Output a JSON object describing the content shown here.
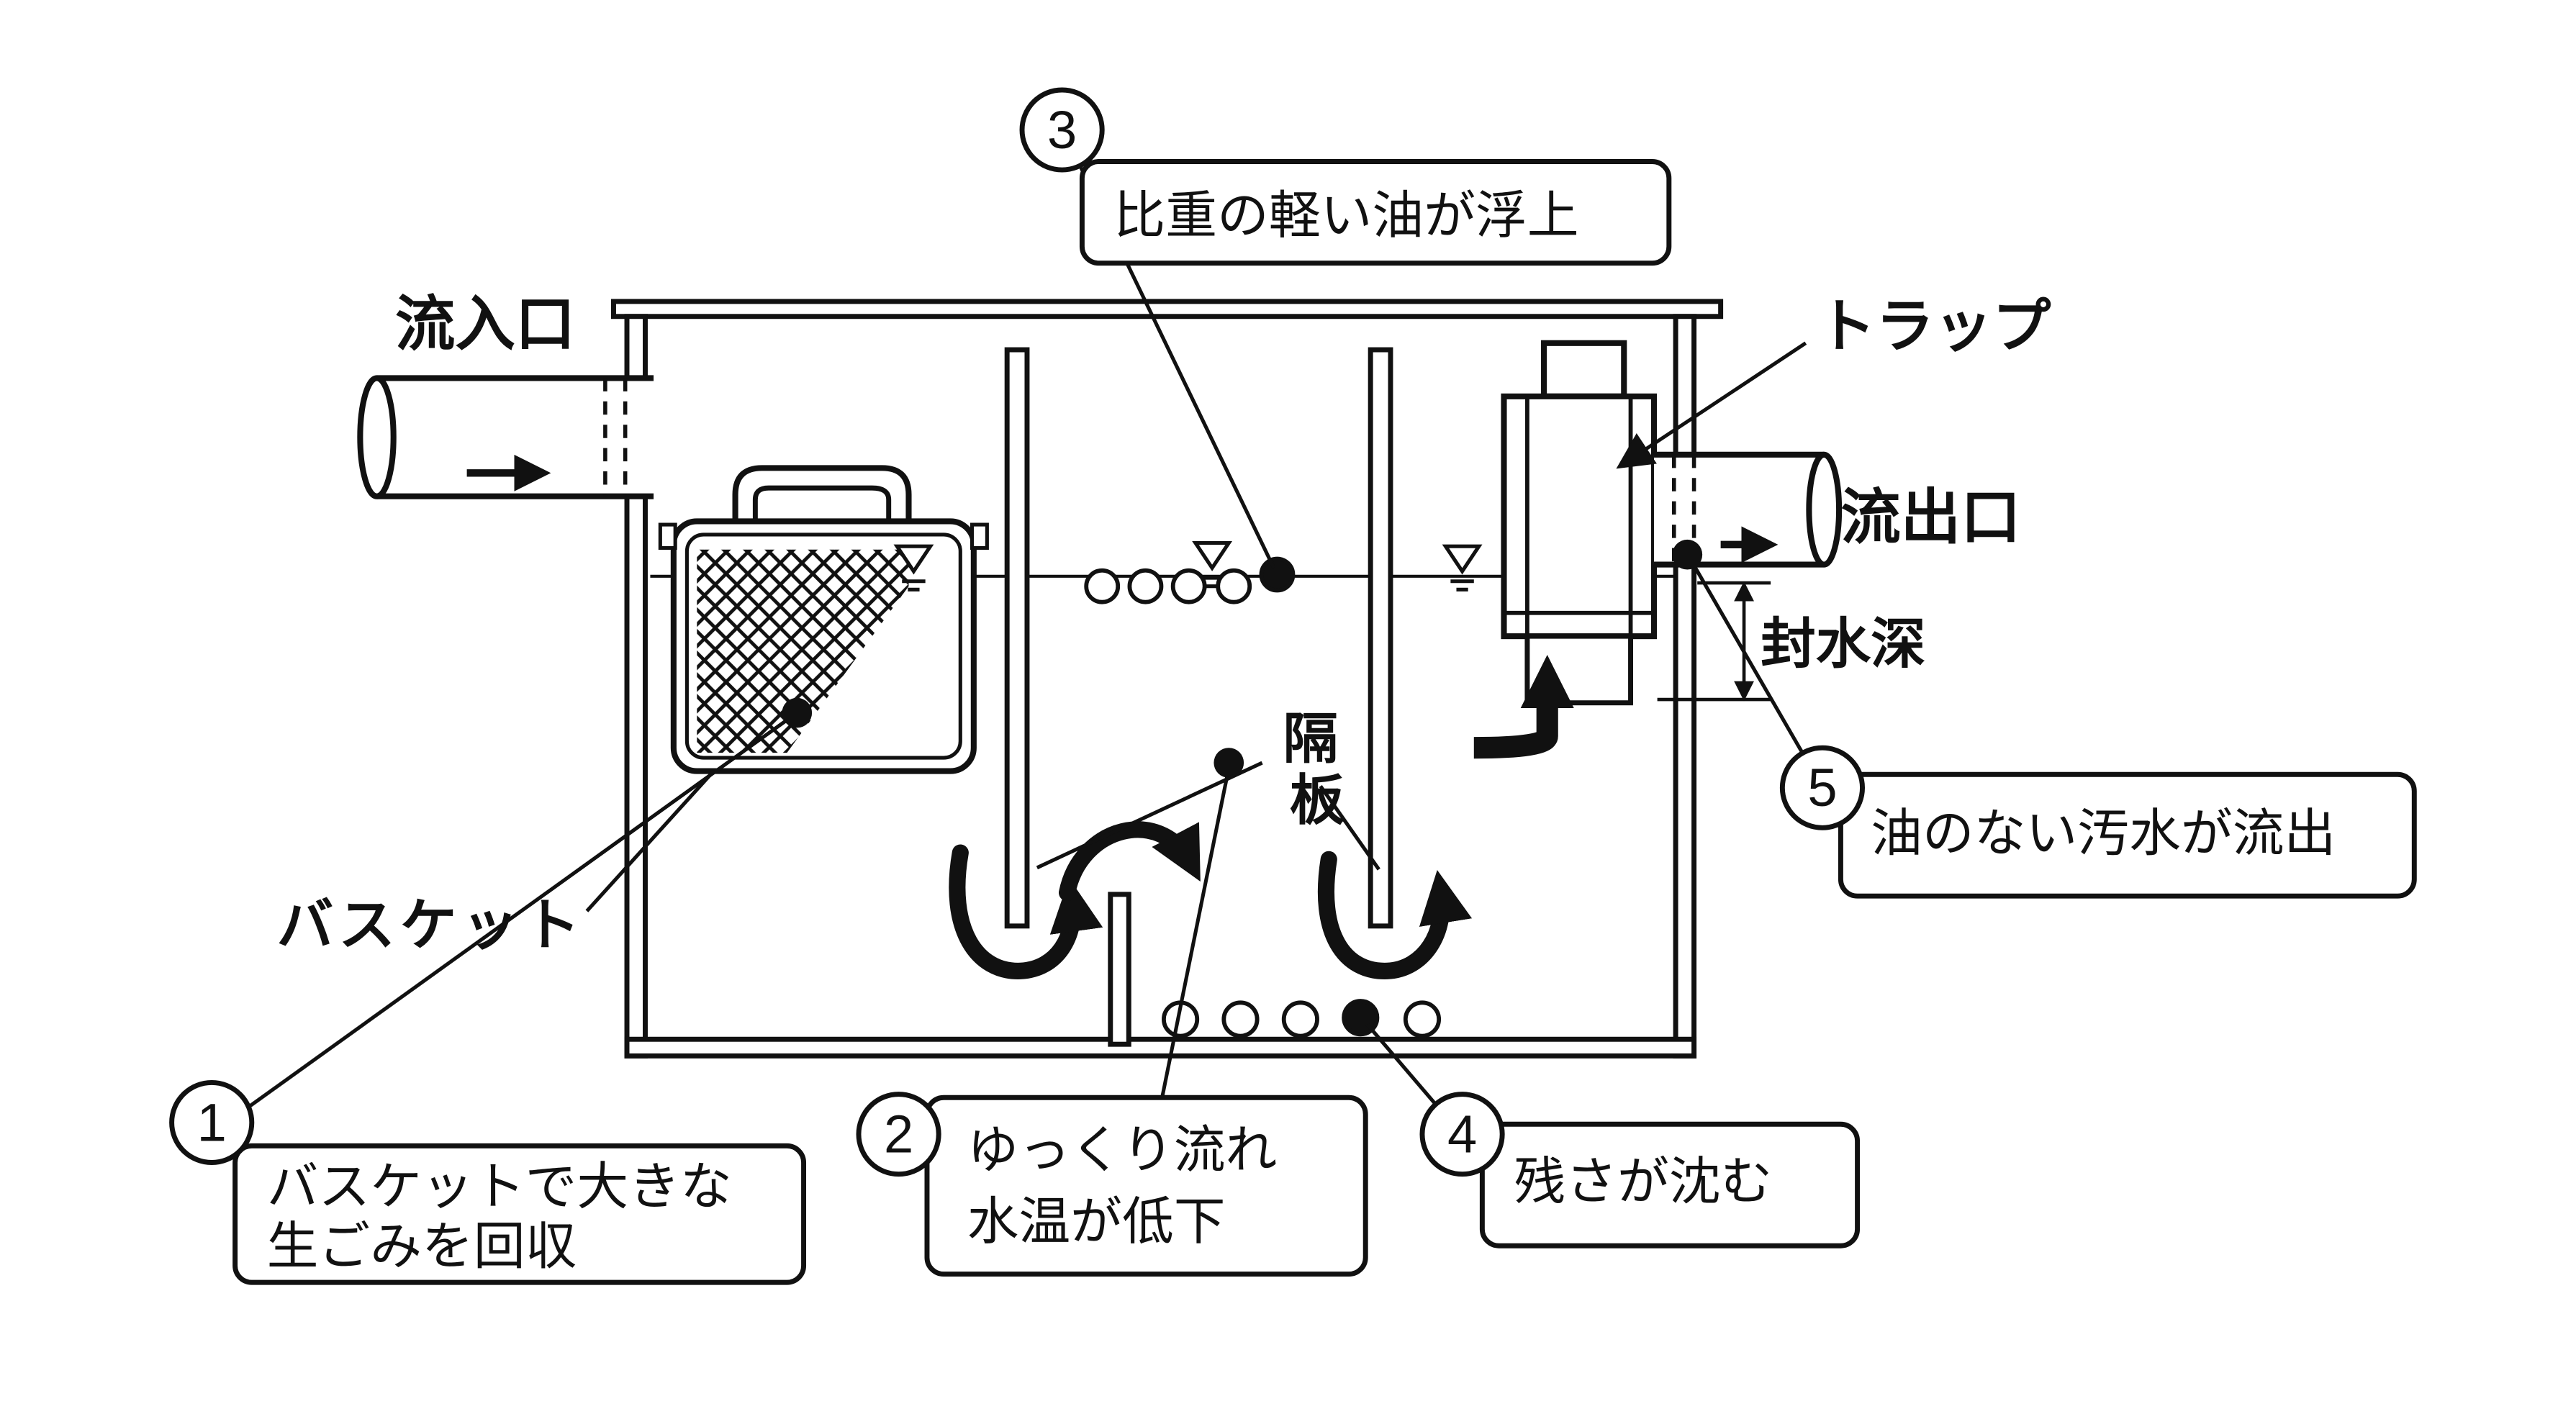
{
  "figure": {
    "background": "#ffffff",
    "ink_color": "#111111",
    "labels": {
      "inlet": "流入口",
      "outlet": "流出口",
      "trap": "トラップ",
      "water_seal_depth": "封水深",
      "basket": "バスケット",
      "baffle_char1": "隔",
      "baffle_char2": "板"
    },
    "callouts": [
      {
        "number": "1",
        "line1": "バスケットで大きな",
        "line2": "生ごみを回収"
      },
      {
        "number": "2",
        "line1": "ゆっくり流れ",
        "line2": "水温が低下"
      },
      {
        "number": "3",
        "line1": "比重の軽い油が浮上"
      },
      {
        "number": "4",
        "line1": "残さが沈む"
      },
      {
        "number": "5",
        "line1": "油のない汚水が流出"
      }
    ]
  }
}
